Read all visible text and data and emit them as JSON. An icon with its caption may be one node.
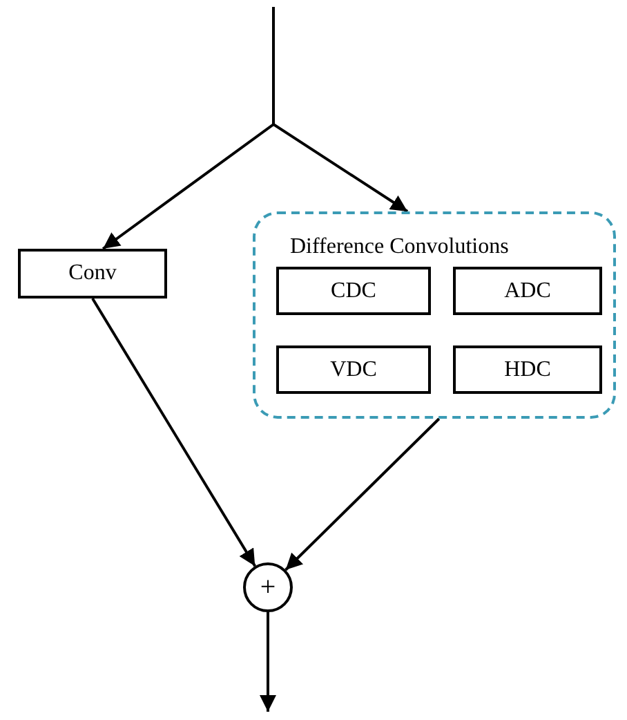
{
  "diagram": {
    "nodes": [
      {
        "text": [
          "Conv"
        ]
      },
      {
        "text": [
          "Difference Convolutions"
        ]
      },
      {
        "text": [
          "CDC"
        ],
        "in": 1
      },
      {
        "text": [
          "ADC"
        ],
        "in": 1
      },
      {
        "text": [
          "VDC"
        ],
        "in": 1
      },
      {
        "text": [
          "HDC"
        ],
        "in": 1
      },
      {
        "text": [
          "+"
        ]
      }
    ],
    "edges": [
      {
        "from": null,
        "to": 0,
        "arrow": "to"
      },
      {
        "from": null,
        "to": 1,
        "arrow": "to"
      },
      {
        "from": 0,
        "to": 6,
        "arrow": "to"
      },
      {
        "from": 1,
        "to": 6,
        "arrow": "to"
      },
      {
        "from": 6,
        "to": null,
        "arrow": "to"
      }
    ]
  }
}
